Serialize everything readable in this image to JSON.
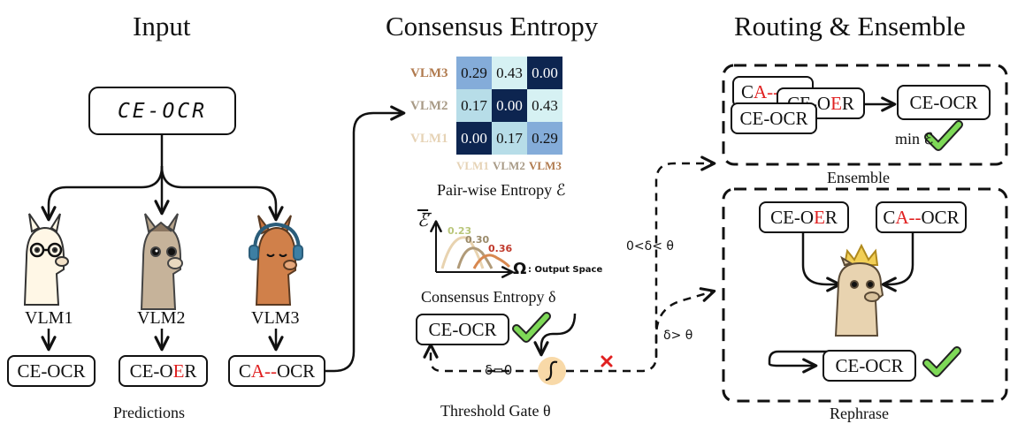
{
  "sections": {
    "input": "Input",
    "consensus": "Consensus Entropy",
    "routing": "Routing & Ensemble"
  },
  "input": {
    "text": "CE-OCR",
    "models": [
      "VLM1",
      "VLM2",
      "VLM3"
    ],
    "predictions": [
      {
        "pre": "CE-O",
        "err": "",
        "post": "CR"
      },
      {
        "pre": "CE-O",
        "err": "E",
        "post": "R"
      },
      {
        "pre": "C",
        "err": "A--",
        "post": "OCR"
      }
    ],
    "predictions_caption": "Predictions"
  },
  "heatmap": {
    "row_labels": [
      "VLM3",
      "VLM2",
      "VLM1"
    ],
    "col_labels": [
      "VLM1",
      "VLM2",
      "VLM3"
    ],
    "cells": [
      [
        "0.29",
        "0.43",
        "0.00"
      ],
      [
        "0.17",
        "0.00",
        "0.43"
      ],
      [
        "0.00",
        "0.17",
        "0.29"
      ]
    ],
    "label_colors": [
      "#b07a4e",
      "#a89a86",
      "#e6d3b6"
    ],
    "caption": "Pair-wise Entropy ℰ"
  },
  "entropy_plot": {
    "y_label": "ℰ̅",
    "peaks": [
      "0.23",
      "0.30",
      "0.36"
    ],
    "peak_colors": [
      "#b9c67a",
      "#9a8a6a",
      "#c0392b"
    ],
    "omega": "Ω",
    "x_label": ": Output Space",
    "caption": "Consensus Entropy δ"
  },
  "gate": {
    "output": "CE-OCR",
    "delta_zero": "δ=0",
    "caption": "Threshold Gate θ",
    "cond_mid": "0<δ< θ",
    "cond_high": "δ> θ"
  },
  "ensemble": {
    "stack": [
      {
        "pre": "C",
        "err": "A--",
        "post": ""
      },
      {
        "pre": "CE-O",
        "err": "E",
        "post": "R"
      },
      {
        "pre": "CE-OCR",
        "err": "",
        "post": ""
      }
    ],
    "output": "CE-OCR",
    "min_label": "min ℰ",
    "caption": "Ensemble"
  },
  "rephrase": {
    "inputs": [
      {
        "pre": "CE-O",
        "err": "E",
        "post": "R"
      },
      {
        "pre": "C",
        "err": "A--",
        "post": "OCR"
      }
    ],
    "output": "CE-OCR",
    "caption": "Rephrase"
  },
  "colors": {
    "error": "#e02020",
    "check": "#7ed957",
    "gate": "#f8d9a8"
  }
}
